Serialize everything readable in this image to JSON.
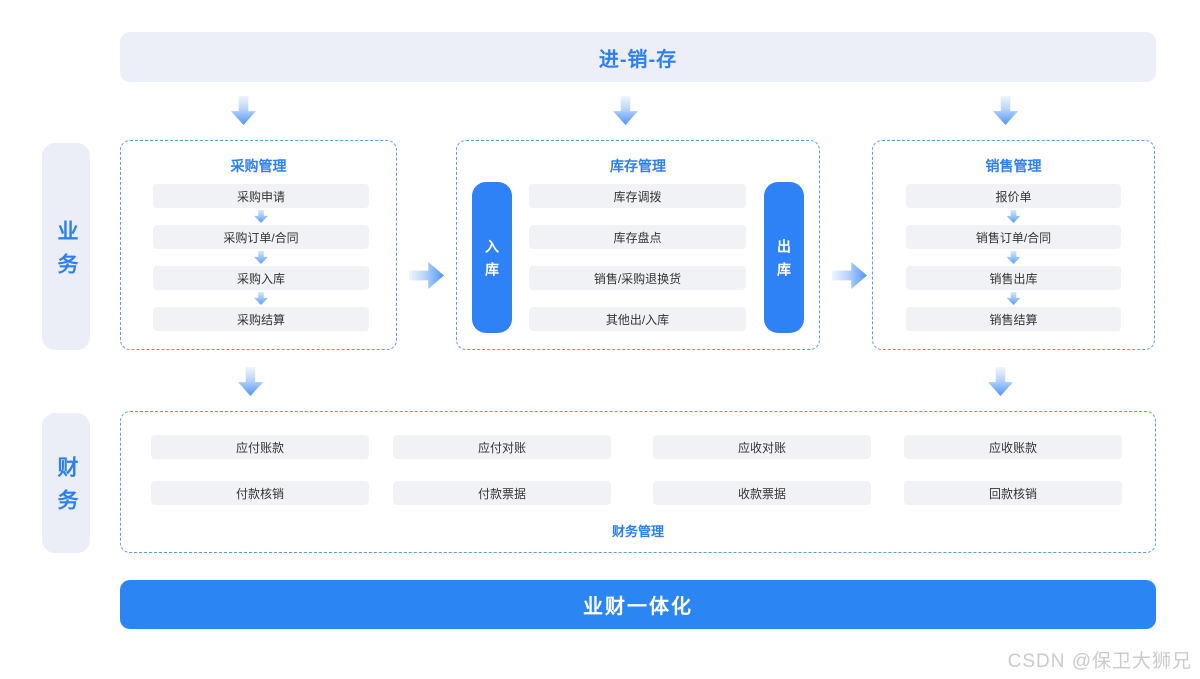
{
  "top_banner": {
    "label": "进-销-存"
  },
  "sidebars": {
    "business": "业务",
    "finance": "财务"
  },
  "business_groups": [
    {
      "title": "采购管理",
      "items": [
        "采购申请",
        "采购订单/合同",
        "采购入库",
        "采购结算"
      ]
    },
    {
      "title": "库存管理",
      "left_pill": "入库",
      "right_pill": "出库",
      "items": [
        "库存调拨",
        "库存盘点",
        "销售/采购退换货",
        "其他出/入库"
      ]
    },
    {
      "title": "销售管理",
      "items": [
        "报价单",
        "销售订单/合同",
        "销售出库",
        "销售结算"
      ]
    }
  ],
  "finance_group": {
    "title": "财务管理",
    "rows": [
      [
        "应付账款",
        "应付对账",
        "应收对账",
        "应收账款"
      ],
      [
        "付款核销",
        "付款票据",
        "收款票据",
        "回款核销"
      ]
    ]
  },
  "bottom_banner": {
    "label": "业财一体化"
  },
  "watermark": "CSDN @保卫大狮兄",
  "colors": {
    "accent_blue": "#2E7FF2",
    "solid_blue": "#2B85F2",
    "banner_bg": "#ECEFF8",
    "sidebar_bg": "#EBEEF7",
    "node_bg": "#F1F2F6",
    "dashed_border": "#5B9BF7"
  }
}
